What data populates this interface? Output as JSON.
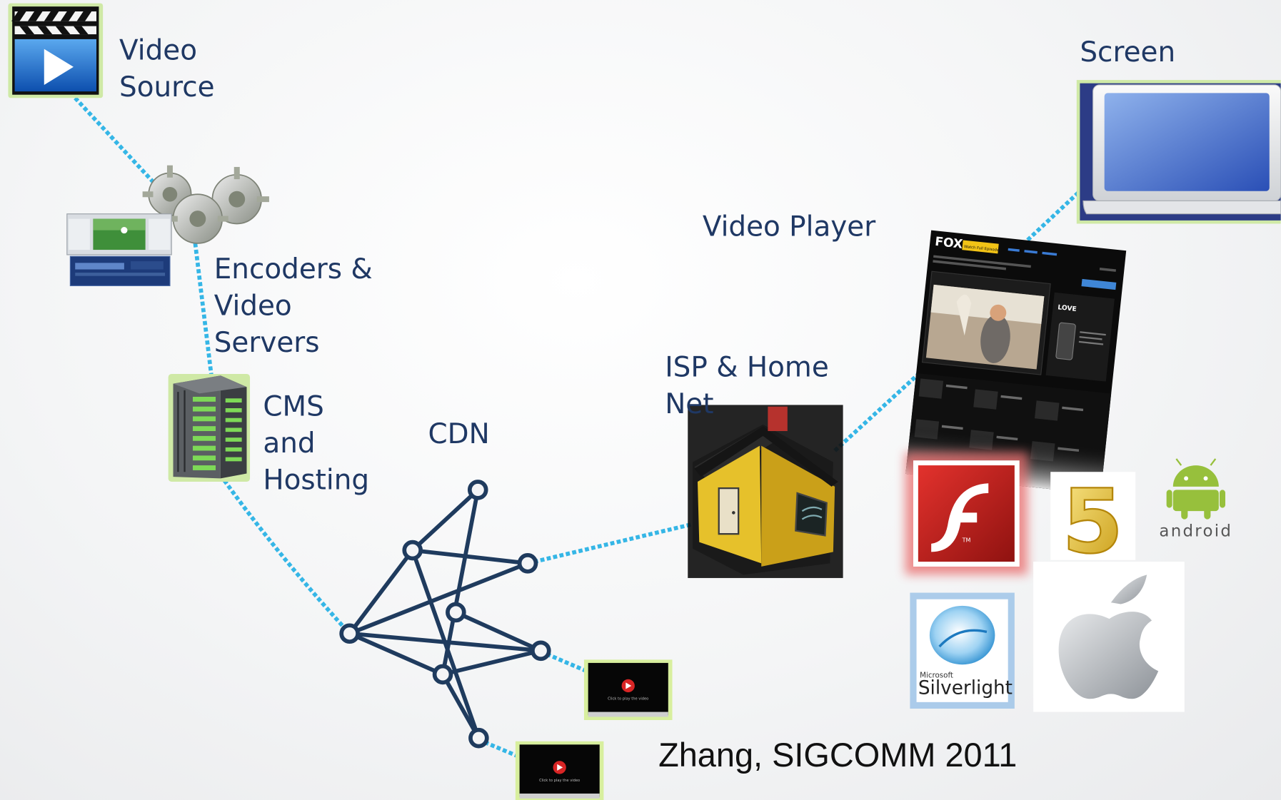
{
  "labels": {
    "video_source": [
      "Video",
      "Source"
    ],
    "encoders": [
      "Encoders &",
      "Video",
      "Servers"
    ],
    "cms": [
      "CMS",
      "and",
      "Hosting"
    ],
    "cdn": "CDN",
    "isp": [
      "ISP & Home",
      "Net"
    ],
    "video_player": "Video Player",
    "screen": "Screen"
  },
  "citation": "Zhang, SIGCOMM 2011",
  "player_thumb": {
    "brand": "FOX",
    "button": "Watch Full Episodes",
    "ad": "LOVE"
  },
  "logos": {
    "flash_mark": "TM",
    "silverlight_brand": "Microsoft",
    "silverlight_name": "Silverlight",
    "android_word": "android",
    "html5_digit": "5"
  },
  "mini_player_caption": "Click to play the video",
  "colors": {
    "label": "#1f3864",
    "link": "#35b6e6",
    "network": "#1f3b5e",
    "flash": "#c8201e",
    "android": "#97c03c"
  }
}
